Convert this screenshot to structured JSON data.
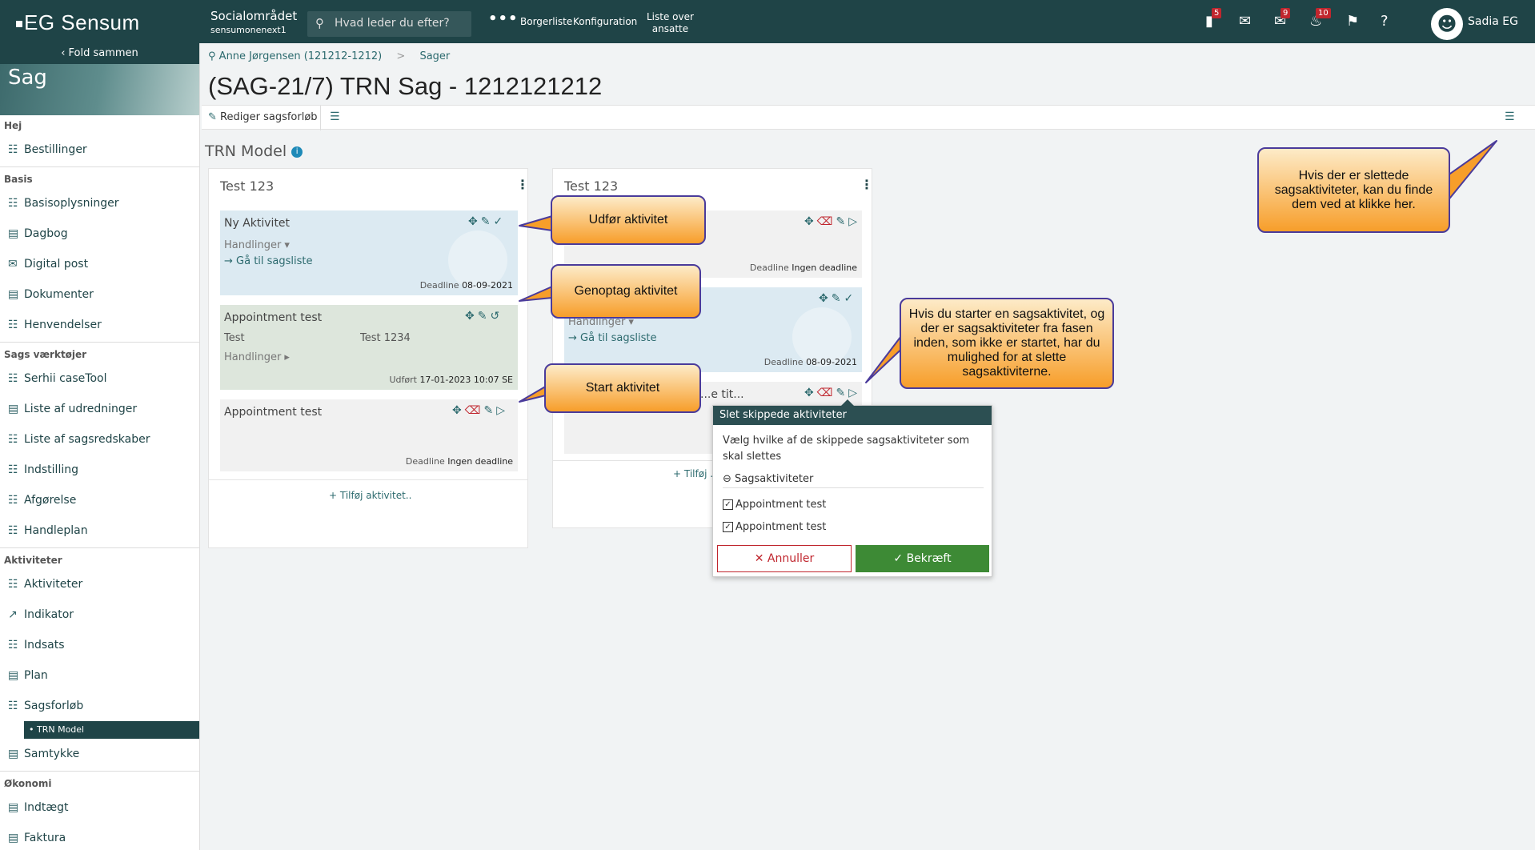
{
  "topbar": {
    "logo": "EG Sensum",
    "org_name": "Socialområdet",
    "org_sub": "sensumonenext1",
    "search_placeholder": "Hvad leder du efter?",
    "more": "•••",
    "links": [
      "Borgerliste",
      "Konfiguration"
    ],
    "employees_link": [
      "Liste over",
      "ansatte"
    ],
    "badges": {
      "documents": "5",
      "messages": "9",
      "notifications": "10"
    },
    "user_name": "Sadia EG"
  },
  "sidebar": {
    "fold_label": "Fold sammen",
    "banner": "Sag",
    "sections": [
      {
        "title": "Hej",
        "items": [
          {
            "label": "Bestillinger",
            "icon": "tree-icon"
          }
        ]
      },
      {
        "title": "Basis",
        "items": [
          {
            "label": "Basisoplysninger",
            "icon": "tree-icon"
          },
          {
            "label": "Dagbog",
            "icon": "book-icon"
          },
          {
            "label": "Digital post",
            "icon": "envelope-icon"
          },
          {
            "label": "Dokumenter",
            "icon": "document-icon"
          },
          {
            "label": "Henvendelser",
            "icon": "tree-icon"
          }
        ]
      },
      {
        "title": "Sags værktøjer",
        "items": [
          {
            "label": "Serhii caseTool",
            "icon": "tree-icon"
          },
          {
            "label": "Liste af udredninger",
            "icon": "clipboard-icon"
          },
          {
            "label": "Liste af sagsredskaber",
            "icon": "tree-icon"
          },
          {
            "label": "Indstilling",
            "icon": "tree-icon"
          },
          {
            "label": "Afgørelse",
            "icon": "tree-icon"
          },
          {
            "label": "Handleplan",
            "icon": "tree-icon"
          }
        ]
      },
      {
        "title": "Aktiviteter",
        "items": [
          {
            "label": "Aktiviteter",
            "icon": "tree-icon"
          },
          {
            "label": "Indikator",
            "icon": "chart-icon"
          },
          {
            "label": "Indsats",
            "icon": "tree-icon"
          },
          {
            "label": "Plan",
            "icon": "clipboard-icon"
          },
          {
            "label": "Sagsforløb",
            "icon": "tree-icon"
          }
        ]
      },
      {
        "title": "Økonomi",
        "items": [
          {
            "label": "Indtægt",
            "icon": "document-icon"
          },
          {
            "label": "Faktura",
            "icon": "document-icon"
          }
        ]
      }
    ],
    "sub_active": "• TRN Model",
    "consent": "Samtykke"
  },
  "main": {
    "breadcrumb_person": "Anne Jørgensen (121212-1212)",
    "breadcrumb_sep": ">",
    "breadcrumb_cases": "Sager",
    "title": "(SAG-21/7) TRN Sag - 1212121212",
    "edit_label": "Rediger sagsforløb",
    "model_title": "TRN Model",
    "columns": [
      {
        "title": "Test 123",
        "add_label": "+ Tilføj aktivitet..",
        "cards": [
          {
            "title": "Ny Aktivitet",
            "handlinger": "Handlinger ▾",
            "goto": "→ Gå til sagsliste",
            "deadline_label": "Deadline",
            "deadline": "08-09-2021"
          },
          {
            "title": "Appointment test",
            "field_label": "Test",
            "field_value": "Test 1234",
            "handlinger": "Handlinger ▸",
            "done_label": "Udført",
            "done_value": "17-01-2023 10:07",
            "done_by": "SE"
          },
          {
            "title": "Appointment test",
            "deadline_label": "Deadline",
            "deadline": "Ingen deadline"
          }
        ]
      },
      {
        "title": "Test 123",
        "add_label": "+ Tilføj ...",
        "cards": [
          {
            "deadline_label": "Deadline",
            "deadline": "Ingen deadline"
          },
          {
            "handlinger": "Handlinger ▾",
            "goto": "→ Gå til sagsliste",
            "deadline_label": "Deadline",
            "deadline": "08-09-2021"
          },
          {
            "title": "...e tit..."
          }
        ]
      }
    ]
  },
  "dialog": {
    "title": "Slet skippede aktiviteter",
    "text": "Vælg hvilke af de skippede sagsaktiviteter som skal slettes",
    "group": "Sagsaktiviteter",
    "items": [
      "Appointment test",
      "Appointment test"
    ],
    "cancel": "Annuller",
    "confirm": "Bekræft"
  },
  "callouts": {
    "perform": "Udfør aktivitet",
    "resume": "Genoptag aktivitet",
    "start": "Start aktivitet",
    "deleted": "Hvis der er slettede sagsaktiviteter, kan du finde dem ved at klikke her.",
    "starting": "Hvis du starter en sagsaktivitet, og der er sagsaktiviteter fra fasen inden, som ikke er startet, har du mulighed for at slette sagsaktiviterne."
  },
  "colors": {
    "header": "#1f4447",
    "accent": "#2c6a6e",
    "danger": "#c0262e",
    "success": "#3d8a35",
    "callout": "#f79e2a"
  }
}
